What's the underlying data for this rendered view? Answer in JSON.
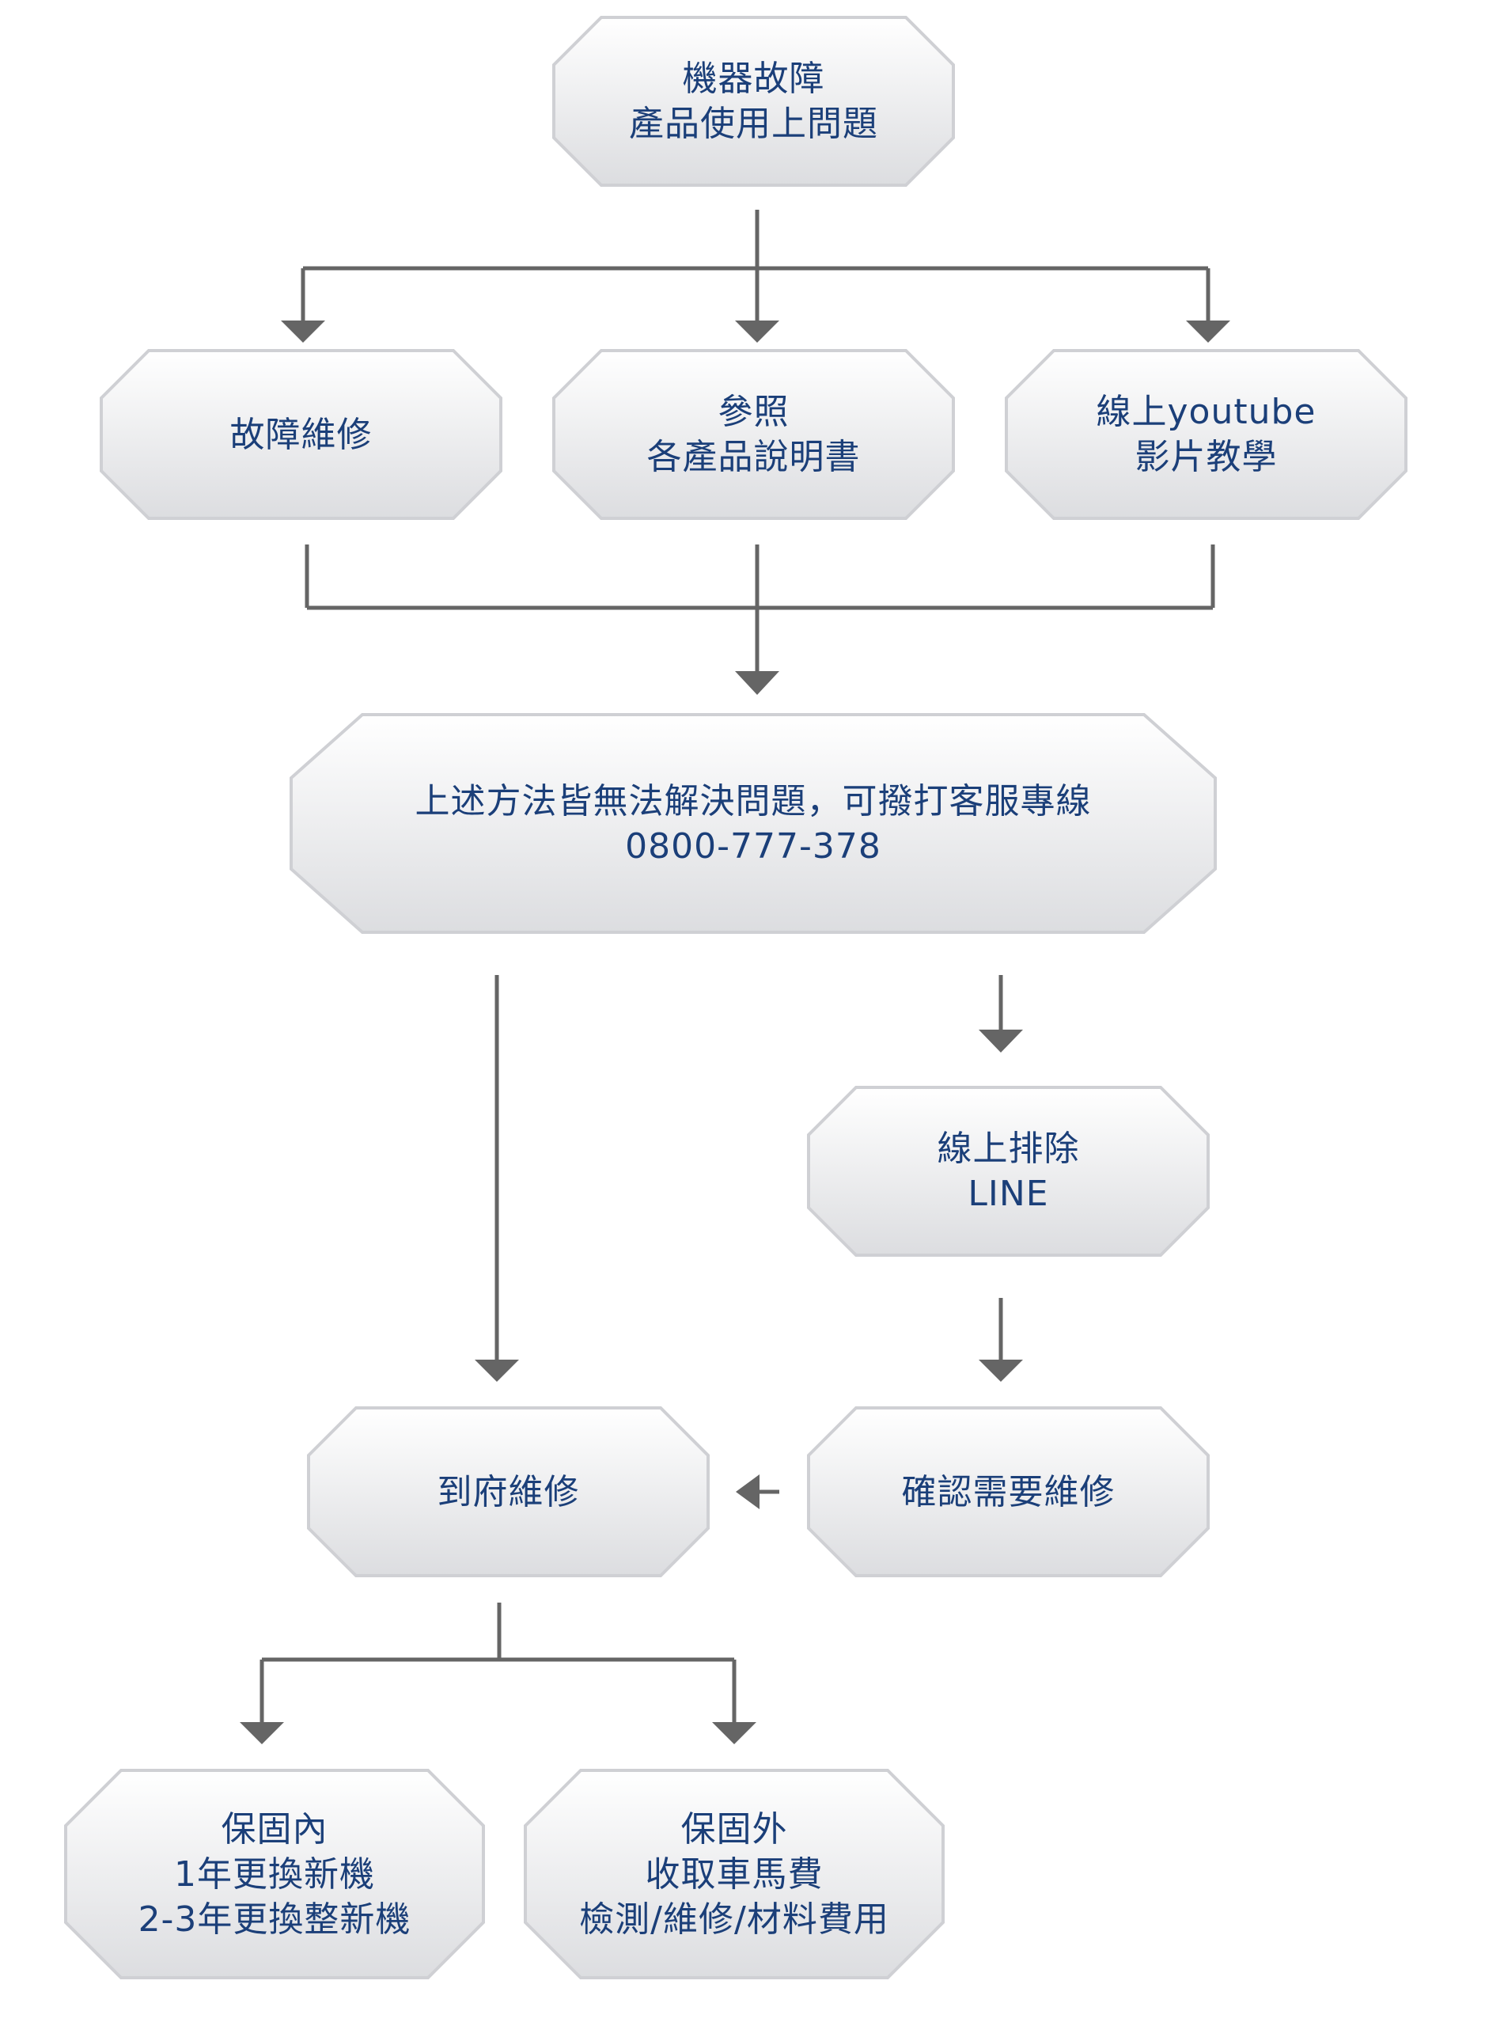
{
  "colors": {
    "node_text": "#1b3f79",
    "node_fill_light": "#ffffff",
    "node_fill_dark": "#dcdde0",
    "node_border": "#cfd0d4",
    "connector": "#656565"
  },
  "nodes": {
    "machine_fault": {
      "lines": [
        "機器故障",
        "產品使用上問題"
      ]
    },
    "repair": {
      "lines": [
        "故障維修"
      ]
    },
    "manual": {
      "lines": [
        "參照",
        "各產品說明書"
      ]
    },
    "youtube": {
      "lines": [
        "線上youtube",
        "影片教學"
      ]
    },
    "hotline": {
      "lines": [
        "上述方法皆無法解決問題，可撥打客服專線",
        "0800-777-378"
      ]
    },
    "line_support": {
      "lines": [
        "線上排除",
        "LINE"
      ]
    },
    "confirm_repair": {
      "lines": [
        "確認需要維修"
      ]
    },
    "onsite_repair": {
      "lines": [
        "到府維修"
      ]
    },
    "in_warranty": {
      "lines": [
        "保固內",
        "1年更換新機",
        "2-3年更換整新機"
      ]
    },
    "out_warranty": {
      "lines": [
        "保固外",
        "收取車馬費",
        "檢測/維修/材料費用"
      ]
    }
  }
}
